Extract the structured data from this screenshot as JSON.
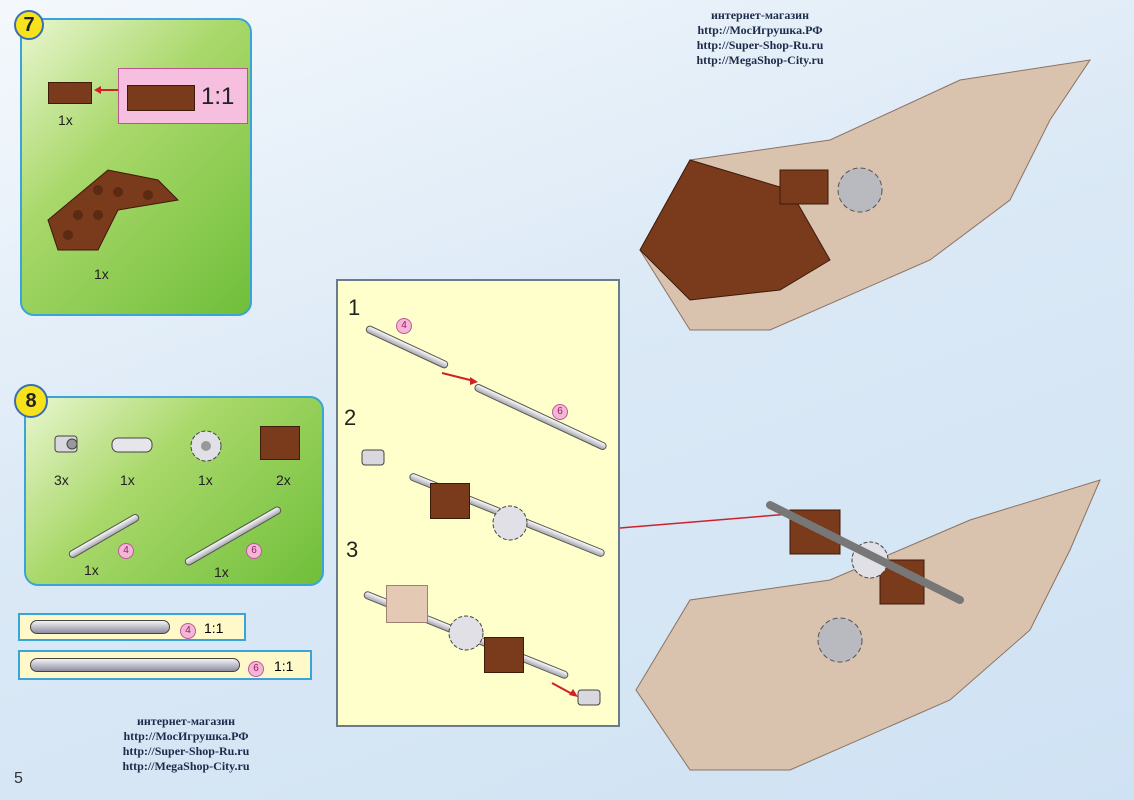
{
  "page_number": "5",
  "shop_block": {
    "line1": "интернет-магазин",
    "line2": "http://МосИгрушка.РФ",
    "line3": "http://Super-Shop-Ru.ru",
    "line4": "http://MegaShop-City.ru"
  },
  "step7": {
    "number": "7",
    "scale_label": "1:1",
    "parts": [
      {
        "qty": "1x"
      },
      {
        "qty": "1x"
      }
    ]
  },
  "step8": {
    "number": "8",
    "parts": [
      {
        "qty": "3x"
      },
      {
        "qty": "1x"
      },
      {
        "qty": "1x"
      },
      {
        "qty": "2x"
      },
      {
        "qty": "1x",
        "badge": "4"
      },
      {
        "qty": "1x",
        "badge": "6"
      }
    ]
  },
  "scale_bars": [
    {
      "badge": "4",
      "label": "1:1"
    },
    {
      "badge": "6",
      "label": "1:1"
    }
  ],
  "subassembly": {
    "steps": [
      {
        "number": "1",
        "badge_a": "4",
        "badge_b": "6"
      },
      {
        "number": "2"
      },
      {
        "number": "3"
      }
    ]
  },
  "colors": {
    "brown": "#7a3a1c",
    "tan": "#d9c2ae",
    "panel_green": "#8ccc4f",
    "yellow_badge": "#f7e21b",
    "arrow_red": "#d0202a",
    "frame_blue": "#3aa3d8"
  }
}
